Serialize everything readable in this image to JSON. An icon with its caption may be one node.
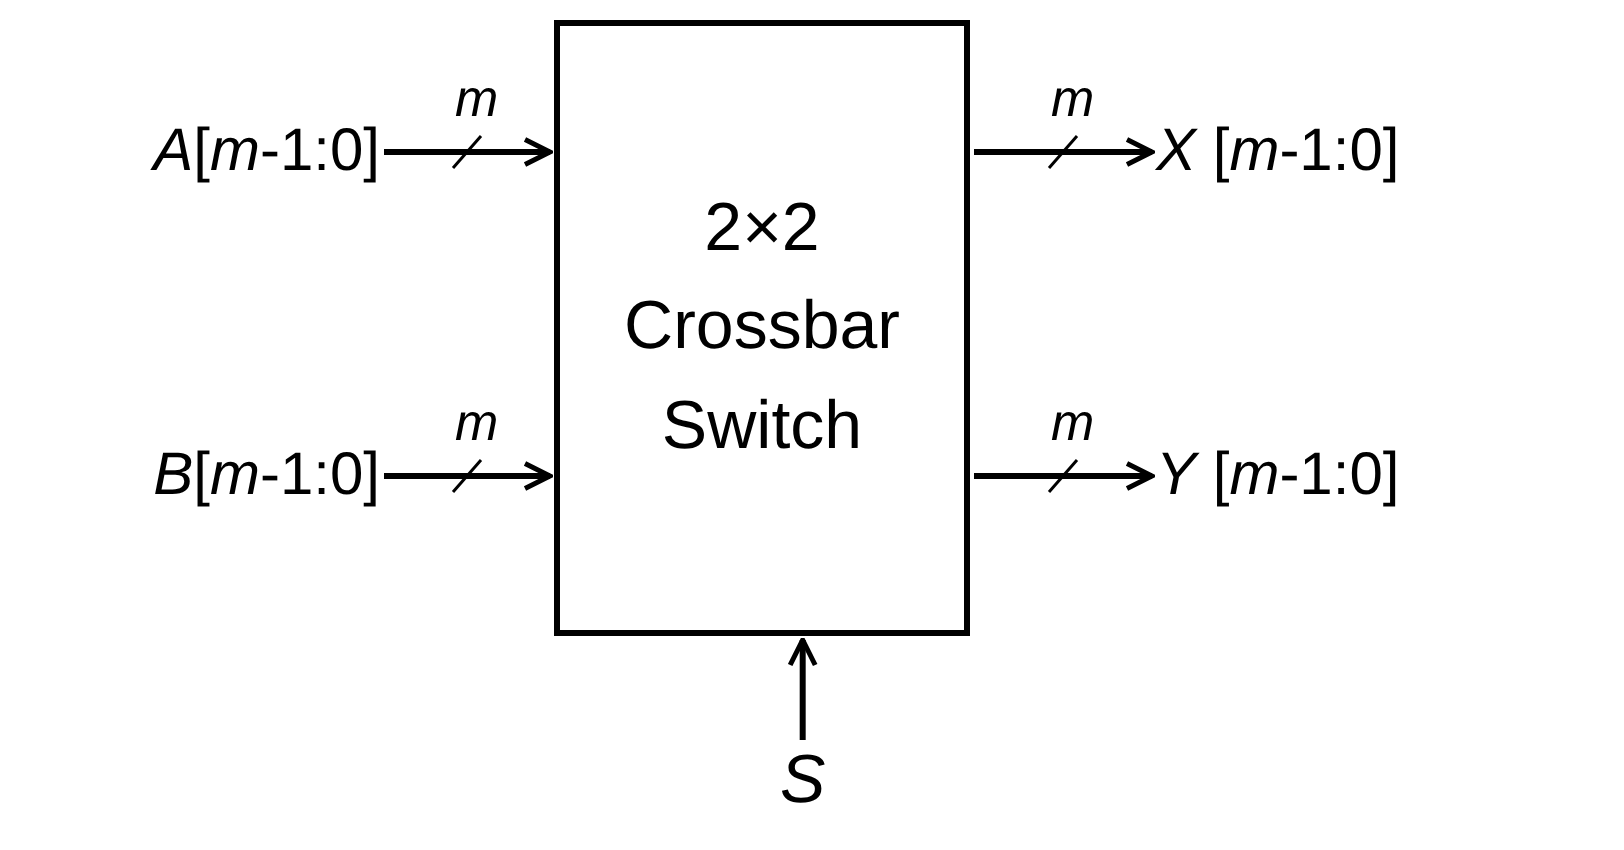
{
  "diagram": {
    "nodes": [
      {
        "text": [
          "2×2 Crossbar Switch"
        ]
      },
      {
        "text": [
          "*A*[*m*-1:0]"
        ]
      },
      {
        "text": [
          "*B*[*m*-1:0]"
        ]
      },
      {
        "text": [
          "*X* [*m*-1:0]"
        ]
      },
      {
        "text": [
          "*Y* [*m*-1:0]"
        ]
      },
      {
        "text": [
          "S"
        ]
      }
    ],
    "edges": [
      {
        "from": 1,
        "to": 0,
        "arrow": "to",
        "label": "m"
      },
      {
        "from": 2,
        "to": 0,
        "arrow": "to",
        "label": "m"
      },
      {
        "from": 0,
        "to": 3,
        "arrow": "to",
        "label": "m"
      },
      {
        "from": 0,
        "to": 4,
        "arrow": "to",
        "label": "m"
      },
      {
        "from": 5,
        "to": 0,
        "arrow": "to"
      }
    ]
  }
}
